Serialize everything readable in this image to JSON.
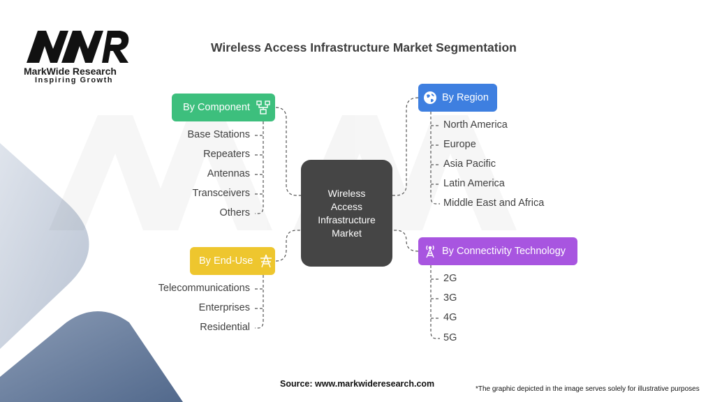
{
  "logo": {
    "name": "MarkWide Research",
    "tagline": "Inspiring Growth"
  },
  "title": "Wireless Access Infrastructure Market Segmentation",
  "center": {
    "label": "Wireless\nAccess\nInfrastructure\nMarket"
  },
  "categories": {
    "component": {
      "label": "By Component",
      "icon": "network-icon",
      "color": "#3dbf7d",
      "items": [
        "Base Stations",
        "Repeaters",
        "Antennas",
        "Transceivers",
        "Others"
      ]
    },
    "end_use": {
      "label": "By End-Use",
      "icon": "power-tower-icon",
      "color": "#eec62e",
      "items": [
        "Telecommunications",
        "Enterprises",
        "Residential"
      ]
    },
    "region": {
      "label": "By Region",
      "icon": "globe-icon",
      "color": "#3e7fe0",
      "items": [
        "North America",
        "Europe",
        "Asia Pacific",
        "Latin America",
        "Middle East and Africa"
      ]
    },
    "connectivity": {
      "label": "By Connectivity Technology",
      "icon": "cell-tower-icon",
      "color": "#a855e0",
      "items": [
        "2G",
        "3G",
        "4G",
        "5G"
      ]
    }
  },
  "footer": {
    "source": "Source: www.markwideresearch.com",
    "disclaimer": "*The graphic depicted in the image serves solely for illustrative purposes"
  }
}
